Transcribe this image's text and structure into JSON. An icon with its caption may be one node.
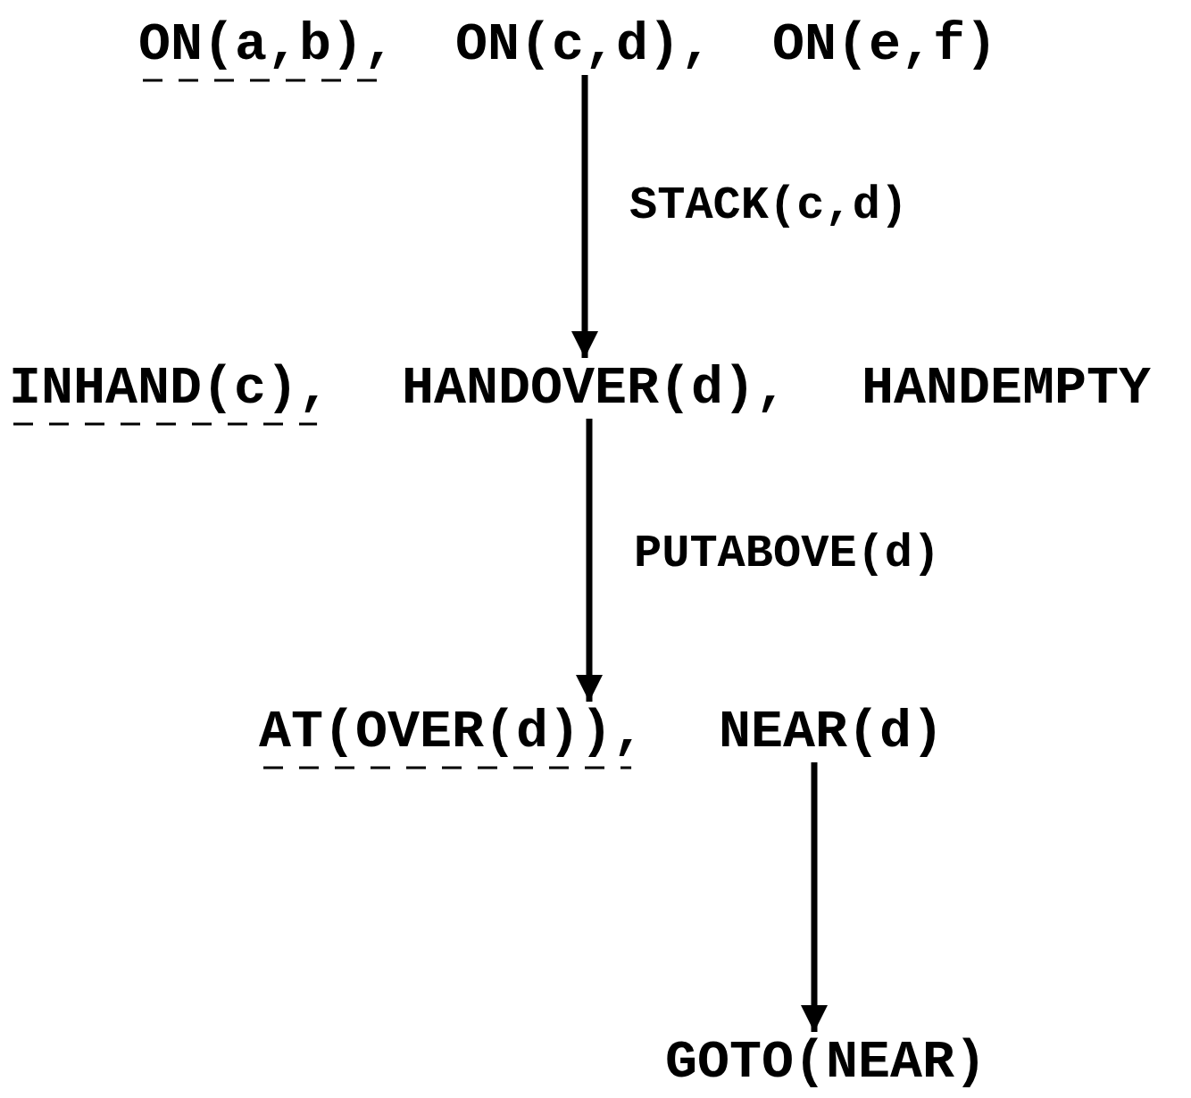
{
  "diagram": {
    "nodes": [
      {
        "text": [
          "ON(a,b),"
        ]
      },
      {
        "text": [
          "ON(c,d),"
        ]
      },
      {
        "text": [
          "ON(e,f)"
        ]
      },
      {
        "text": [
          "INHAND(c),"
        ]
      },
      {
        "text": [
          "HANDOVER(d),"
        ]
      },
      {
        "text": [
          "HANDEMPTY"
        ]
      },
      {
        "text": [
          "AT(OVER(d)),"
        ]
      },
      {
        "text": [
          "NEAR(d)"
        ]
      },
      {
        "text": [
          "GOTO(NEAR)"
        ]
      }
    ],
    "edges": [
      {
        "from": 1,
        "to": 4,
        "arrow": "to",
        "label": "STACK(c,d)"
      },
      {
        "from": 4,
        "to": 6,
        "arrow": "to",
        "label": "PUTABOVE(d)"
      },
      {
        "from": 7,
        "to": 8,
        "arrow": "to"
      }
    ]
  }
}
